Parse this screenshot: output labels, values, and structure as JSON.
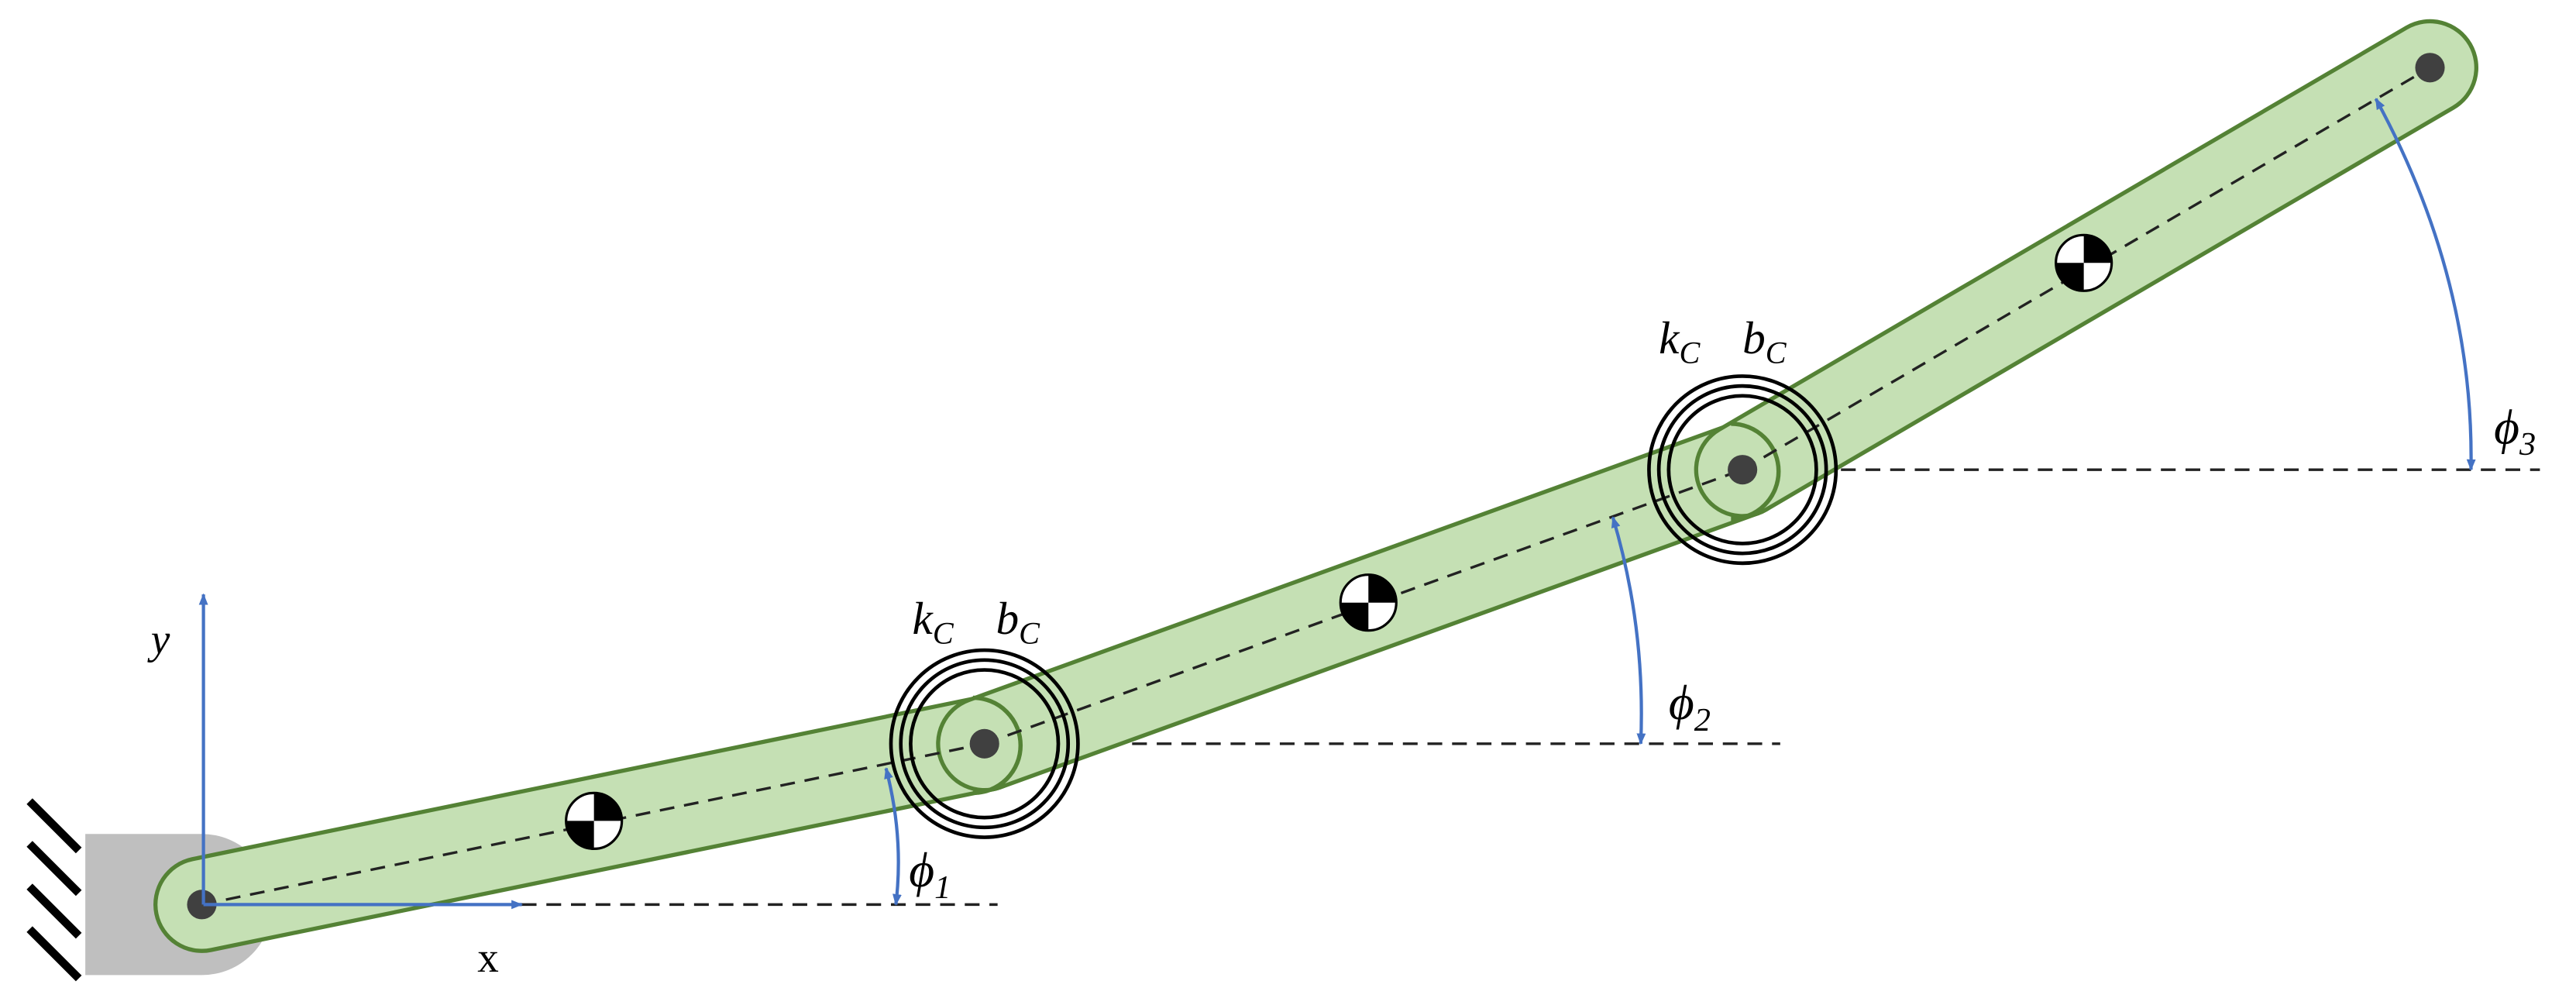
{
  "labels": {
    "y_axis": "y",
    "x_axis": "x",
    "joint1": {
      "k": "k",
      "k_sub": "C",
      "b": "b",
      "b_sub": "C"
    },
    "joint2": {
      "k": "k",
      "k_sub": "C",
      "b": "b",
      "b_sub": "C"
    },
    "phi1": {
      "sym": "ϕ",
      "sub": "1"
    },
    "phi2": {
      "sym": "ϕ",
      "sub": "2"
    },
    "phi3": {
      "sym": "ϕ",
      "sub": "3"
    }
  },
  "colors": {
    "link_fill": "#c5e0b4",
    "link_stroke": "#548235",
    "axis_arrow": "#4472c4",
    "base": "#bfbfbf",
    "pin": "#404040"
  }
}
